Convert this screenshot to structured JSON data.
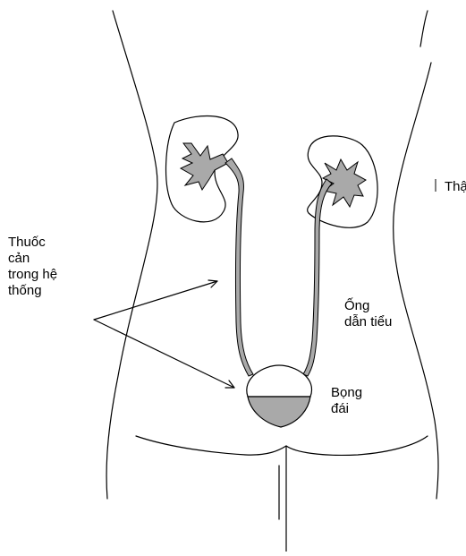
{
  "labels": {
    "than": "Thận",
    "thuoc_can": [
      "Thuốc",
      "cản",
      "trong hệ",
      "thống"
    ],
    "ong_dan_tieu": [
      "Ống",
      "dẫn tiểu"
    ],
    "bong_dai": [
      "Bọng",
      "đái"
    ]
  },
  "colors": {
    "line": "#000000",
    "fill_gray": "#a9a9a9",
    "background": "#ffffff"
  }
}
